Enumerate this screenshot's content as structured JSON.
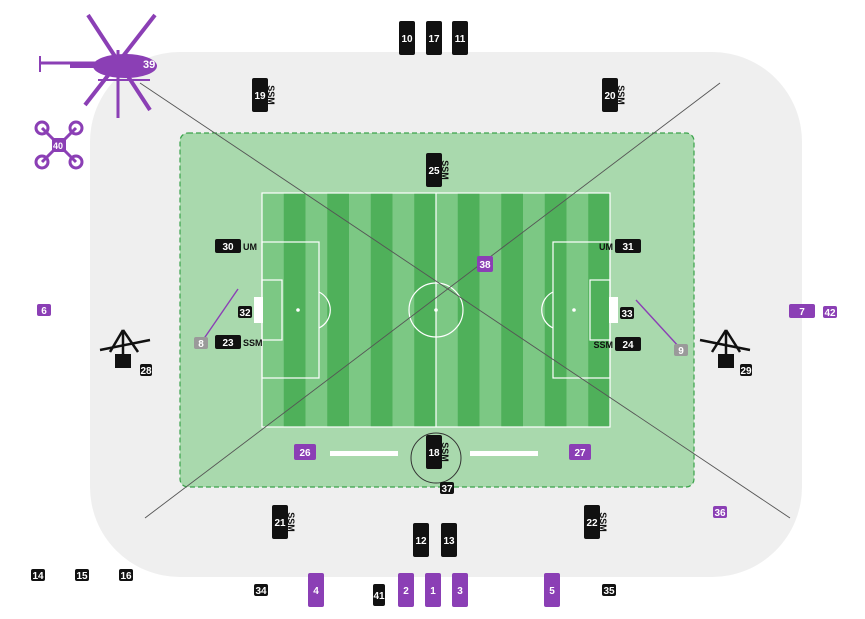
{
  "colors": {
    "stadium": "#efefef",
    "zone_fill": "#a9d9ad",
    "zone_border": "#3aa24a",
    "stripe_dark": "#4fb05a",
    "stripe_light": "#7cc884",
    "purple": "#8b3fb5",
    "black": "#111111",
    "grey": "#9a9a9a"
  },
  "tags": {
    "um": "UM",
    "ssm": "SSM"
  },
  "cameras": [
    {
      "id": "10",
      "color": "black",
      "orient": "tall"
    },
    {
      "id": "17",
      "color": "black",
      "orient": "tall"
    },
    {
      "id": "11",
      "color": "black",
      "orient": "tall"
    },
    {
      "id": "19",
      "color": "black",
      "orient": "tall",
      "tag": "SSM"
    },
    {
      "id": "20",
      "color": "black",
      "orient": "tall",
      "tag": "SSM"
    },
    {
      "id": "25",
      "color": "black",
      "orient": "tall",
      "tag": "SSM"
    },
    {
      "id": "30",
      "color": "black",
      "orient": "wide",
      "tag": "UM"
    },
    {
      "id": "31",
      "color": "black",
      "orient": "wide",
      "tag": "UM"
    },
    {
      "id": "23",
      "color": "black",
      "orient": "wide",
      "tag": "SSM"
    },
    {
      "id": "24",
      "color": "black",
      "orient": "wide",
      "tag": "SSM"
    },
    {
      "id": "38",
      "color": "purple",
      "orient": "square"
    },
    {
      "id": "6",
      "color": "purple",
      "orient": "small"
    },
    {
      "id": "7",
      "color": "purple",
      "orient": "wide"
    },
    {
      "id": "42",
      "color": "purple",
      "orient": "small"
    },
    {
      "id": "8",
      "color": "grey",
      "orient": "small"
    },
    {
      "id": "9",
      "color": "grey",
      "orient": "small"
    },
    {
      "id": "28",
      "color": "black",
      "orient": "crane"
    },
    {
      "id": "29",
      "color": "black",
      "orient": "crane"
    },
    {
      "id": "26",
      "color": "purple",
      "orient": "steady"
    },
    {
      "id": "27",
      "color": "purple",
      "orient": "steady"
    },
    {
      "id": "18",
      "color": "black",
      "orient": "tall",
      "tag": "SSM"
    },
    {
      "id": "37",
      "color": "black",
      "orient": "small"
    },
    {
      "id": "21",
      "color": "black",
      "orient": "tall",
      "tag": "SSM"
    },
    {
      "id": "22",
      "color": "black",
      "orient": "tall",
      "tag": "SSM"
    },
    {
      "id": "12",
      "color": "black",
      "orient": "tall"
    },
    {
      "id": "13",
      "color": "black",
      "orient": "tall"
    },
    {
      "id": "36",
      "color": "purple",
      "orient": "small"
    },
    {
      "id": "14",
      "color": "black",
      "orient": "small"
    },
    {
      "id": "15",
      "color": "black",
      "orient": "small"
    },
    {
      "id": "16",
      "color": "black",
      "orient": "small"
    },
    {
      "id": "34",
      "color": "black",
      "orient": "small"
    },
    {
      "id": "4",
      "color": "purple",
      "orient": "tall"
    },
    {
      "id": "41",
      "color": "black",
      "orient": "person"
    },
    {
      "id": "2",
      "color": "purple",
      "orient": "tall"
    },
    {
      "id": "1",
      "color": "purple",
      "orient": "tall"
    },
    {
      "id": "3",
      "color": "purple",
      "orient": "tall"
    },
    {
      "id": "5",
      "color": "purple",
      "orient": "tall"
    },
    {
      "id": "35",
      "color": "black",
      "orient": "small"
    },
    {
      "id": "32",
      "color": "black",
      "orient": "small"
    },
    {
      "id": "33",
      "color": "black",
      "orient": "small"
    },
    {
      "id": "39",
      "color": "purple",
      "orient": "helicopter"
    },
    {
      "id": "40",
      "color": "purple",
      "orient": "drone"
    }
  ]
}
